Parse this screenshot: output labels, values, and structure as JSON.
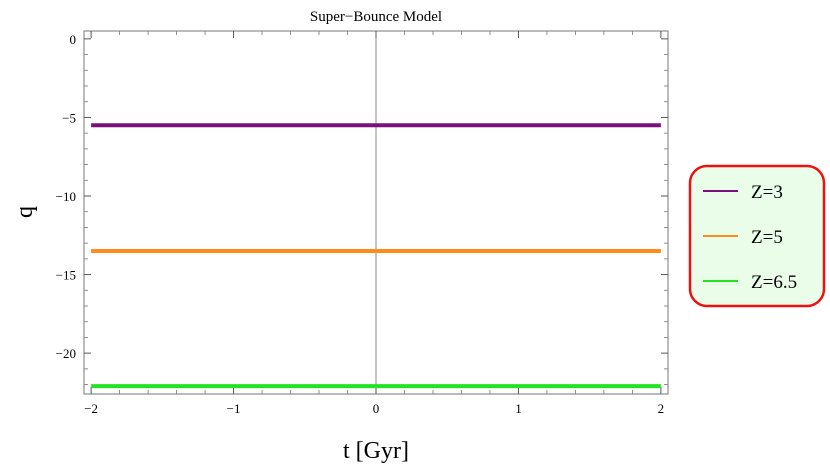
{
  "chart_data": {
    "type": "line",
    "title": "Super−Bounce Model",
    "xlabel": "t [Gyr]",
    "ylabel": "q",
    "xlim": [
      -2.05,
      2.05
    ],
    "ylim": [
      -22.6,
      0.5
    ],
    "x": [
      -2,
      2
    ],
    "x_ticks": [
      -2,
      -1,
      0,
      1,
      2
    ],
    "x_tick_labels": [
      "−2",
      "−1",
      "0",
      "1",
      "2"
    ],
    "y_ticks": [
      0,
      -5,
      -10,
      -15,
      -20
    ],
    "y_tick_labels": [
      "0",
      "−5",
      "−10",
      "−15",
      "−20"
    ],
    "grid": false,
    "legend_position": "right",
    "series": [
      {
        "name": "Z=3",
        "color": "#7b0f7b",
        "values": [
          -5.5,
          -5.5
        ]
      },
      {
        "name": "Z=5",
        "color": "#ff8c1a",
        "values": [
          -13.5,
          -13.5
        ]
      },
      {
        "name": "Z=6.5",
        "color": "#22e322",
        "values": [
          -22.1,
          -22.1
        ]
      }
    ],
    "legend_style": {
      "border_color": "#ee1111",
      "background": "#e9fde9"
    }
  }
}
